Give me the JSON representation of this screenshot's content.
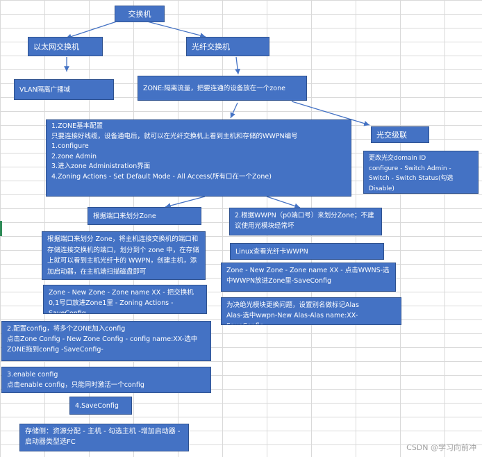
{
  "nodes": {
    "switch": "交换机",
    "ethernet_switch": "以太网交换机",
    "fc_switch": "光纤交换机",
    "vlan": "VLAN隔离广播域",
    "zone": "ZONE:隔离流量，把要连通的设备放在一个zone",
    "zone_config": "1.ZONE基本配置\n只要连接好线缆，设备通电后，就可以在光纤交换机上看到主机和存储的WWPN编号\n1.configure\n2.zone Admin\n3.进入zone Administration界面\n4.Zoning Actions - Set Default Mode - All Access(所有口在一个Zone)",
    "cascade": "光交级联",
    "cascade_detail": "更改光交domain ID\nconfigure - Switch Admin - Switch - Switch Status(勾选Disable)",
    "by_port": "根据端口来划分Zone",
    "by_wwpn": "2.根据WWPN（p0端口号）来划分Zone；不建议使用光模块经常坏",
    "port_explain": "根据端口来划分 Zone，将主机连接交换机的端口和存储连接交换机的端口，划分到个 zone 中，在存储上就可以看到主机光纤卡的 WWPN，创建主机，添加启动器，在主机端扫描磁盘即可",
    "linux_check": "Linux查看光纤卡WWPN",
    "wwpn_steps": "Zone - New Zone - Zone name XX - 点击WWNS-选中WWPN放进Zone里-SaveConfig",
    "port_steps": "Zone - New Zone - Zone name XX - 把交换机0,1号口放进Zone1里 - Zoning Actions - SaveConfig",
    "alias": "为决绝光模块更换问题，设置别名做标记Alas\nAlas-选中wwpn-New Alas-Alas name:XX-SaveConfig-",
    "config": "2.配置config，将多个ZONE加入config\n点击Zone Config - New Zone Config - config name:XX-选中ZONE拖到config -SaveConfig-",
    "enable": "3.enable config\n点击enable config，只能同时激活一个config",
    "save": "4.SaveConfig",
    "storage": "存储侧：资源分配 - 主机 - 勾选主机 -增加启动器 - 启动器类型选FC"
  },
  "watermark": "CSDN @学习向前冲",
  "colors": {
    "box_fill": "#4472c4",
    "box_text": "#ffffff",
    "light_fill": "#dae3f3",
    "arrow": "#4472c4",
    "grid": "#d9d9d9"
  }
}
